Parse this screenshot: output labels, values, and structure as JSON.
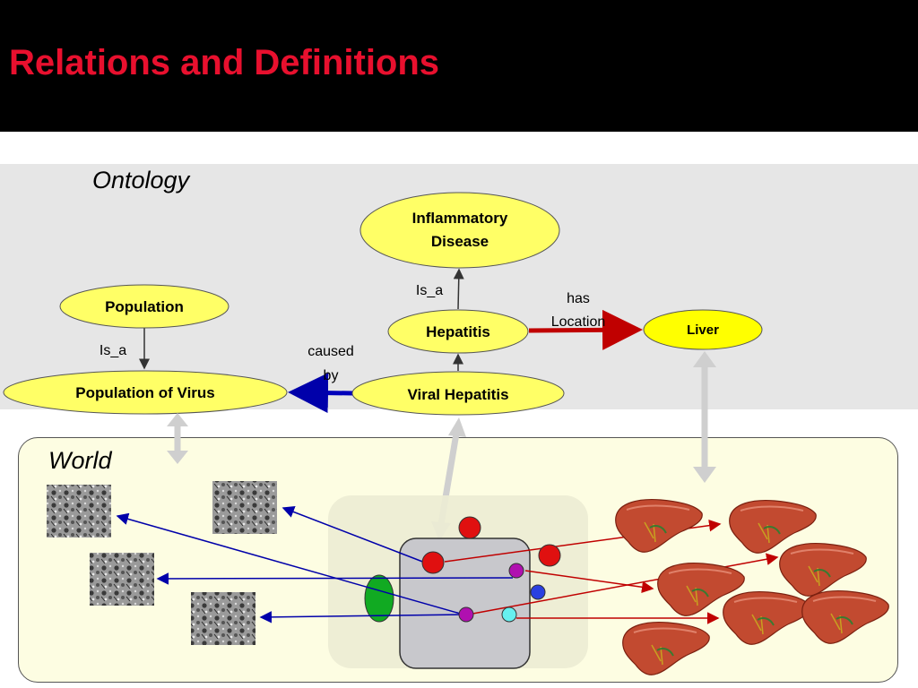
{
  "title": "Relations and Definitions",
  "sections": {
    "ontology": "Ontology",
    "world": "World"
  },
  "nodes": {
    "inflammatory_disease": [
      "Inflammatory",
      "Disease"
    ],
    "population": "Population",
    "hepatitis": "Hepatitis",
    "liver": "Liver",
    "population_of_virus": "Population of Virus",
    "viral_hepatitis": "Viral Hepatitis"
  },
  "relations": {
    "is_a_upper": "Is_a",
    "is_a_left": "Is_a",
    "has_location": [
      "has",
      "Location"
    ],
    "caused_by": [
      "caused",
      "by"
    ]
  },
  "colors": {
    "title_red": "#e8102e",
    "node_fill": "#ffff66",
    "ontology_bg": "#e6e6e6",
    "world_bg": "#fdfde2",
    "has_location_arrow": "#cc0000",
    "caused_by_arrow": "#0000bb",
    "link_arrow": "#cccccc"
  },
  "icons": {
    "virus_micrograph": "virus-micrograph-icon",
    "liver": "liver-organ-icon"
  }
}
